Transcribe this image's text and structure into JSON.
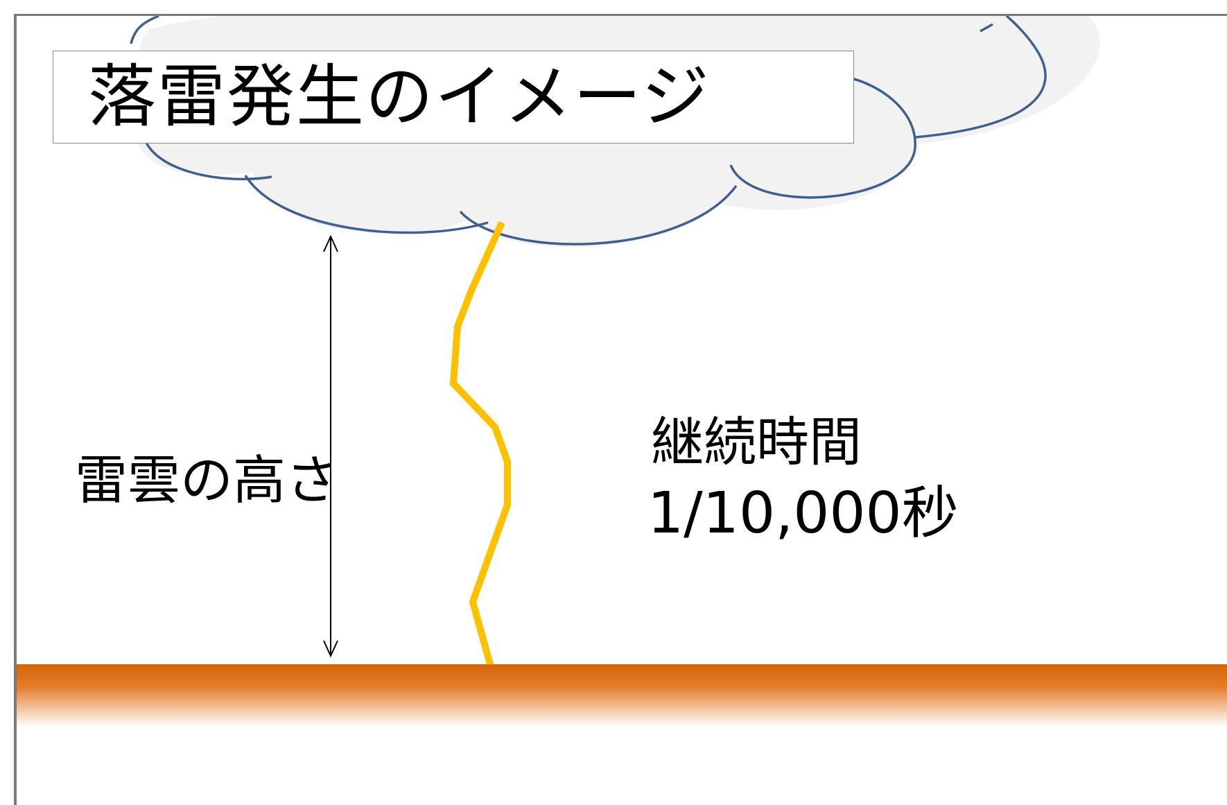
{
  "title": "落雷発生のイメージ",
  "labels": {
    "cloud_height": "雷雲の高さ",
    "duration_title": "継続時間",
    "duration_value": "1/10,000秒"
  },
  "colors": {
    "cloud_fill": "#f2f2f2",
    "cloud_outline": "#3f5f8f",
    "lightning": "#ffc000",
    "ground_top": "#d8640a",
    "ground_bottom": "#ffffff"
  },
  "icons": {
    "height_arrow": "double-headed-vertical-arrow",
    "lightning": "lightning-bolt",
    "cloud": "thundercloud",
    "ground": "ground"
  }
}
